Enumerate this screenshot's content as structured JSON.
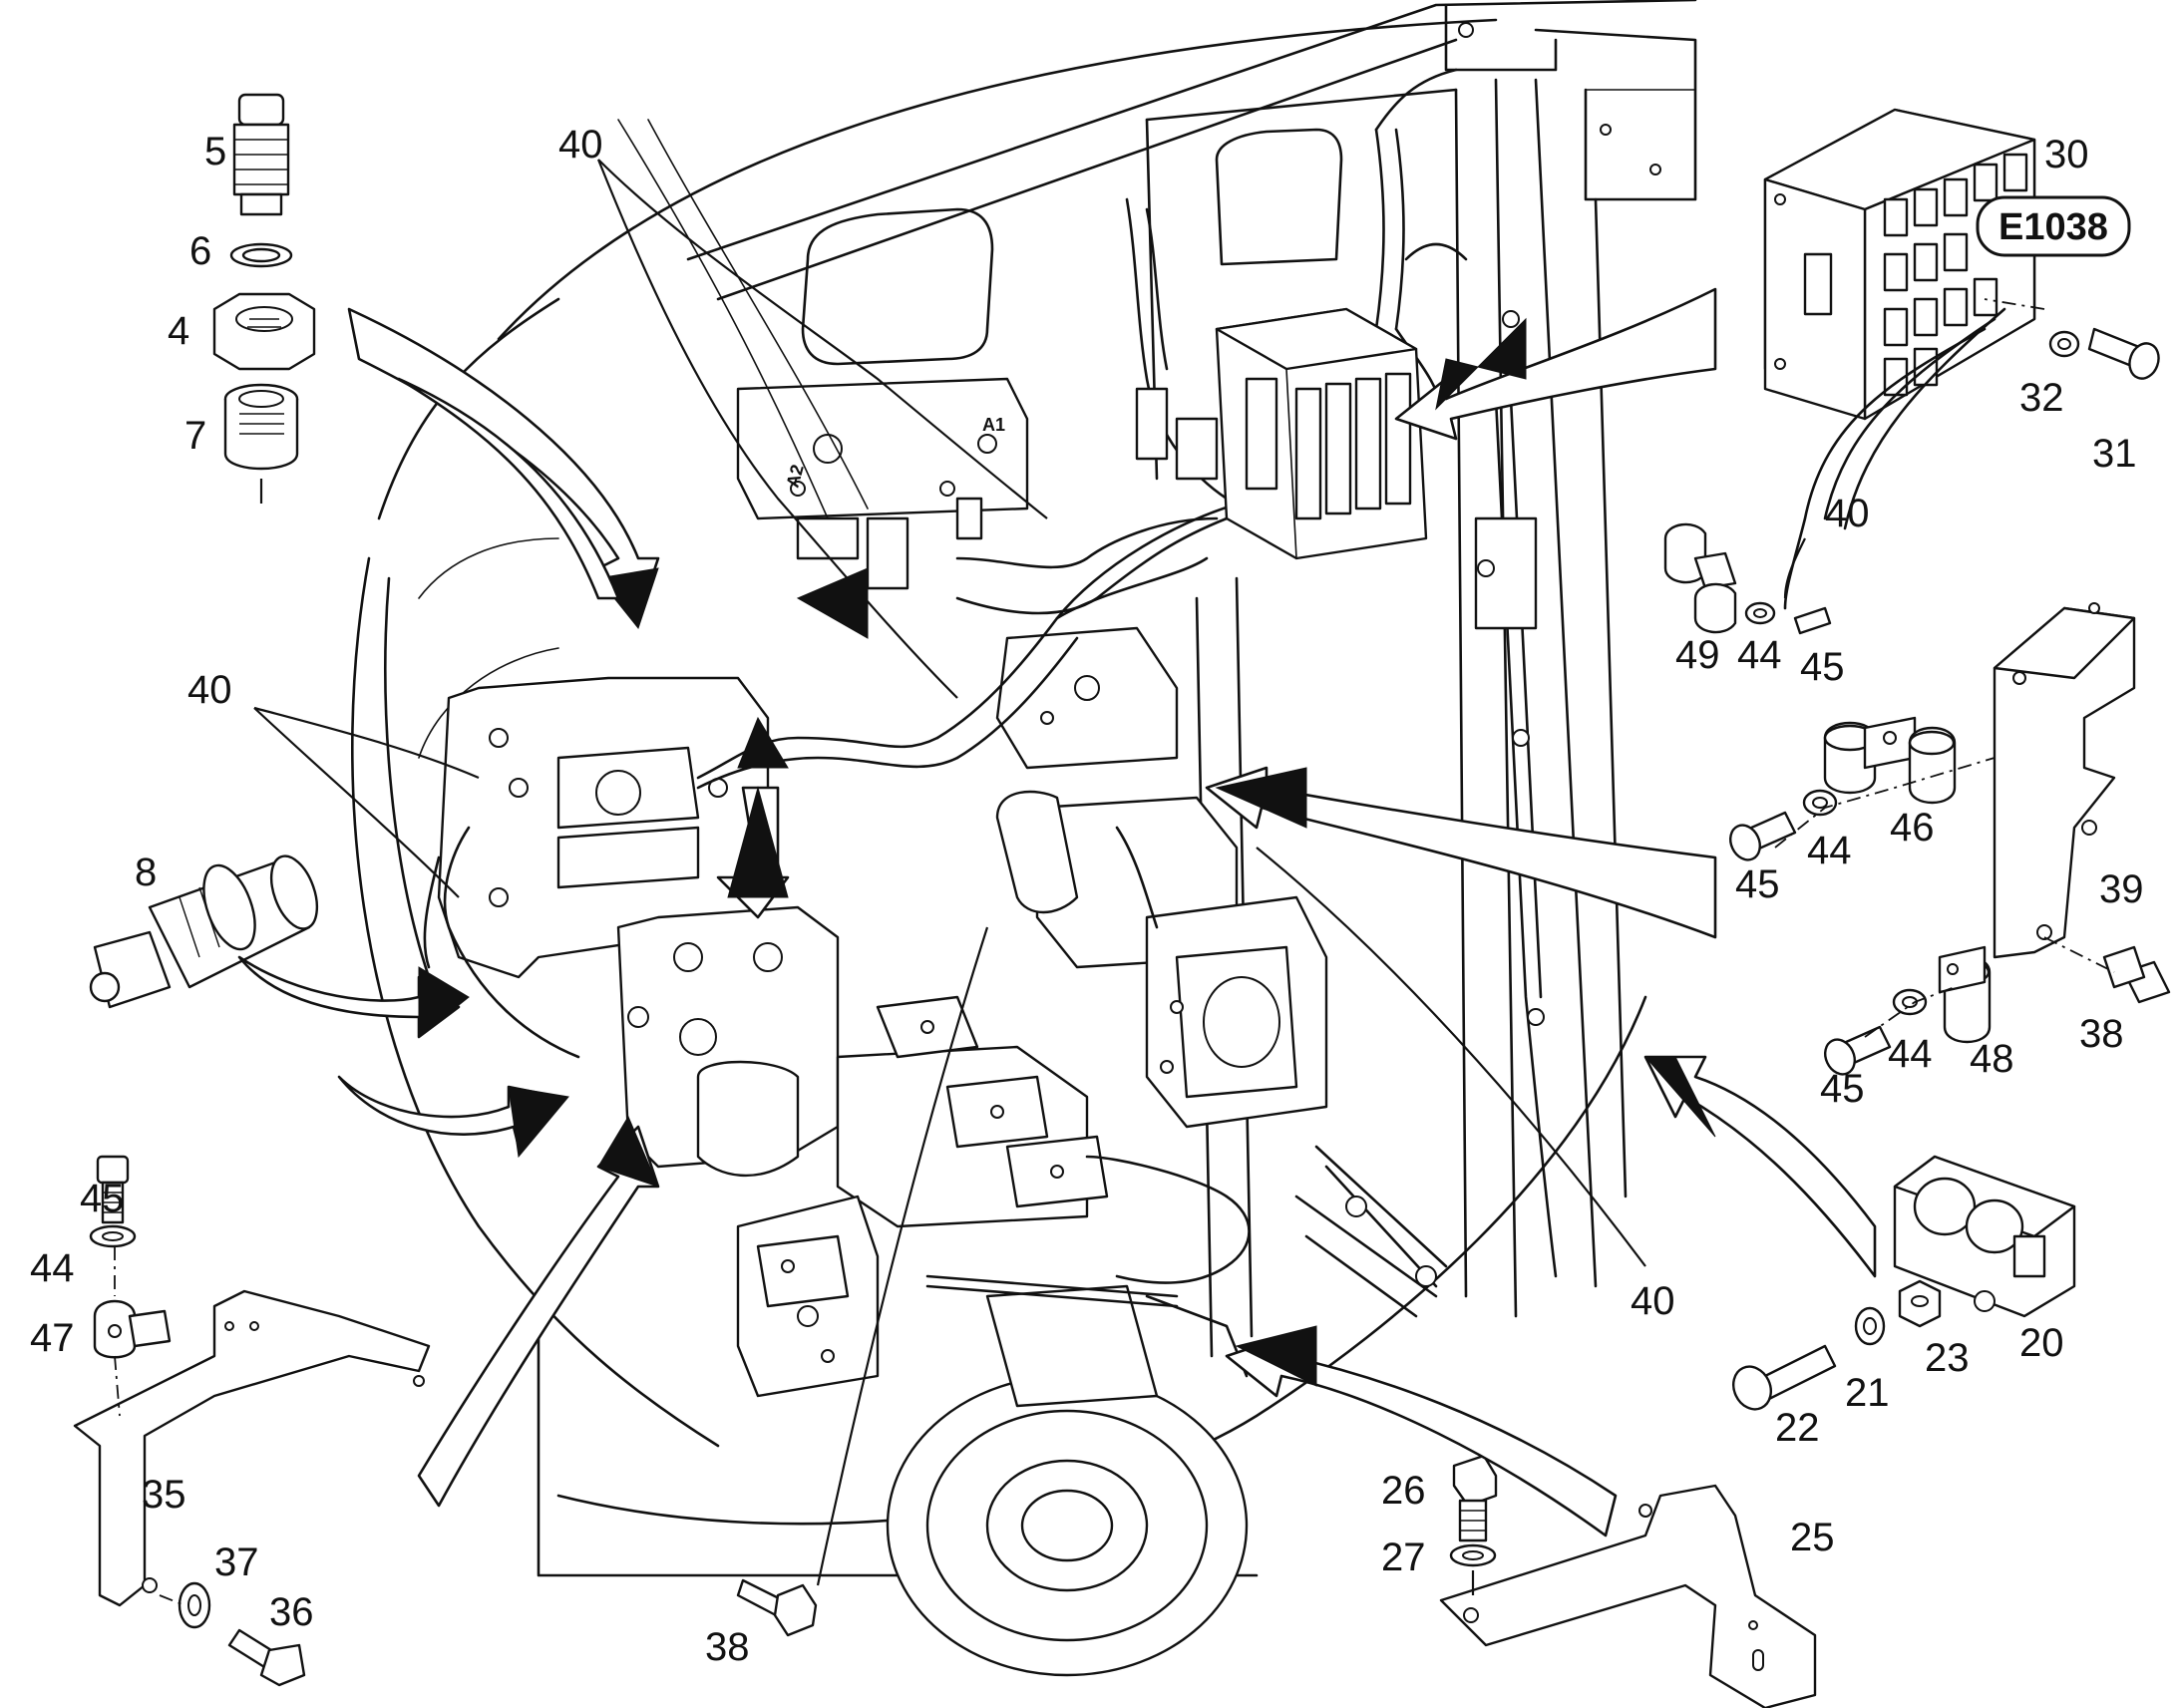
{
  "diagram": {
    "reference_code": "E1038",
    "port_labels": {
      "a1": "A1",
      "a2": "A2"
    },
    "callouts": [
      {
        "id": "c5",
        "label": "5"
      },
      {
        "id": "c6",
        "label": "6"
      },
      {
        "id": "c4",
        "label": "4"
      },
      {
        "id": "c7",
        "label": "7"
      },
      {
        "id": "c8",
        "label": "8"
      },
      {
        "id": "c40a",
        "label": "40"
      },
      {
        "id": "c40b",
        "label": "40"
      },
      {
        "id": "c40c",
        "label": "40"
      },
      {
        "id": "c40d",
        "label": "40"
      },
      {
        "id": "c30",
        "label": "30"
      },
      {
        "id": "c32",
        "label": "32"
      },
      {
        "id": "c31",
        "label": "31"
      },
      {
        "id": "c49",
        "label": "49"
      },
      {
        "id": "c44a",
        "label": "44"
      },
      {
        "id": "c45a",
        "label": "45"
      },
      {
        "id": "c45b",
        "label": "45"
      },
      {
        "id": "c44b",
        "label": "44"
      },
      {
        "id": "c46",
        "label": "46"
      },
      {
        "id": "c39",
        "label": "39"
      },
      {
        "id": "c38a",
        "label": "38"
      },
      {
        "id": "c45c",
        "label": "45"
      },
      {
        "id": "c44c",
        "label": "44"
      },
      {
        "id": "c48",
        "label": "48"
      },
      {
        "id": "c45d",
        "label": "45"
      },
      {
        "id": "c44d",
        "label": "44"
      },
      {
        "id": "c47",
        "label": "47"
      },
      {
        "id": "c35",
        "label": "35"
      },
      {
        "id": "c37",
        "label": "37"
      },
      {
        "id": "c36",
        "label": "36"
      },
      {
        "id": "c38b",
        "label": "38"
      },
      {
        "id": "c26",
        "label": "26"
      },
      {
        "id": "c27",
        "label": "27"
      },
      {
        "id": "c25",
        "label": "25"
      },
      {
        "id": "c20",
        "label": "20"
      },
      {
        "id": "c23",
        "label": "23"
      },
      {
        "id": "c21",
        "label": "21"
      },
      {
        "id": "c22",
        "label": "22"
      }
    ]
  }
}
